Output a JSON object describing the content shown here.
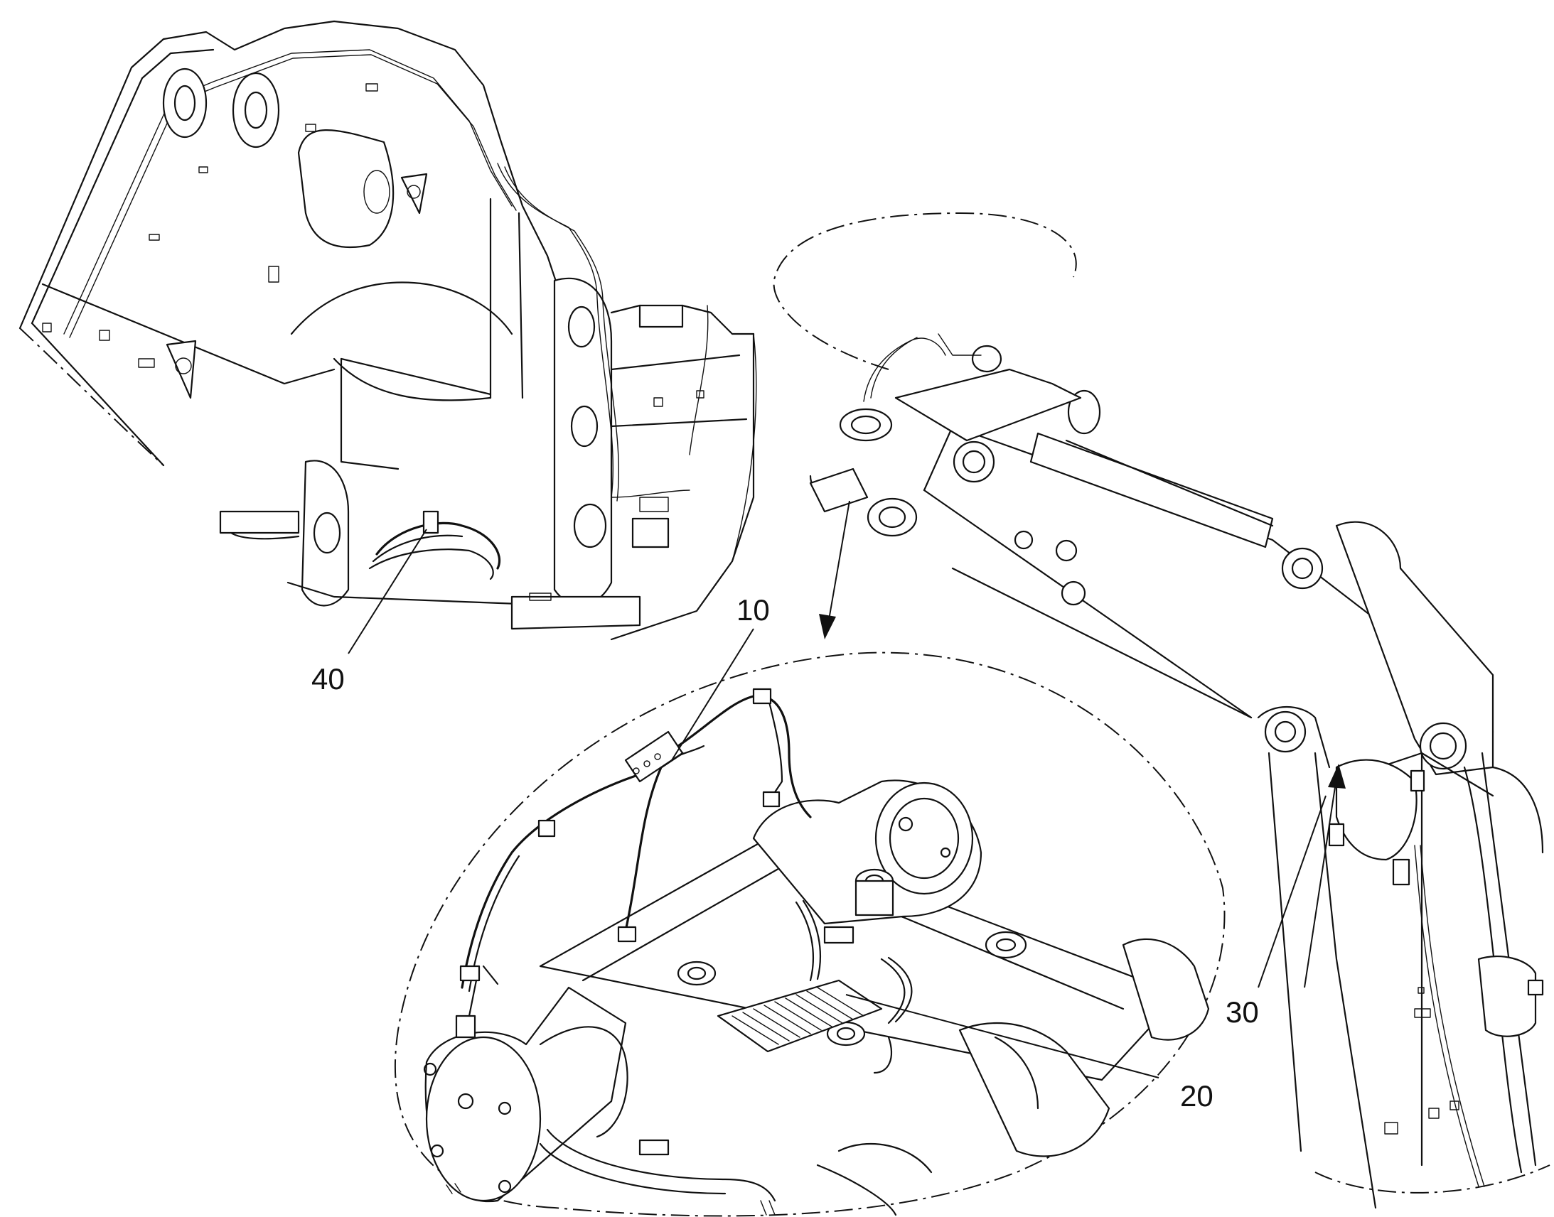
{
  "references": {
    "r10": "10",
    "r20": "20",
    "r30": "30",
    "r40": "40"
  },
  "views": {
    "frame_view": "machine-frame-perspective",
    "arm_view": "boom-arm-perspective",
    "detail_view": "enlarged-detail-ellipse"
  },
  "colors": {
    "line": "#111111",
    "background": "#ffffff"
  }
}
